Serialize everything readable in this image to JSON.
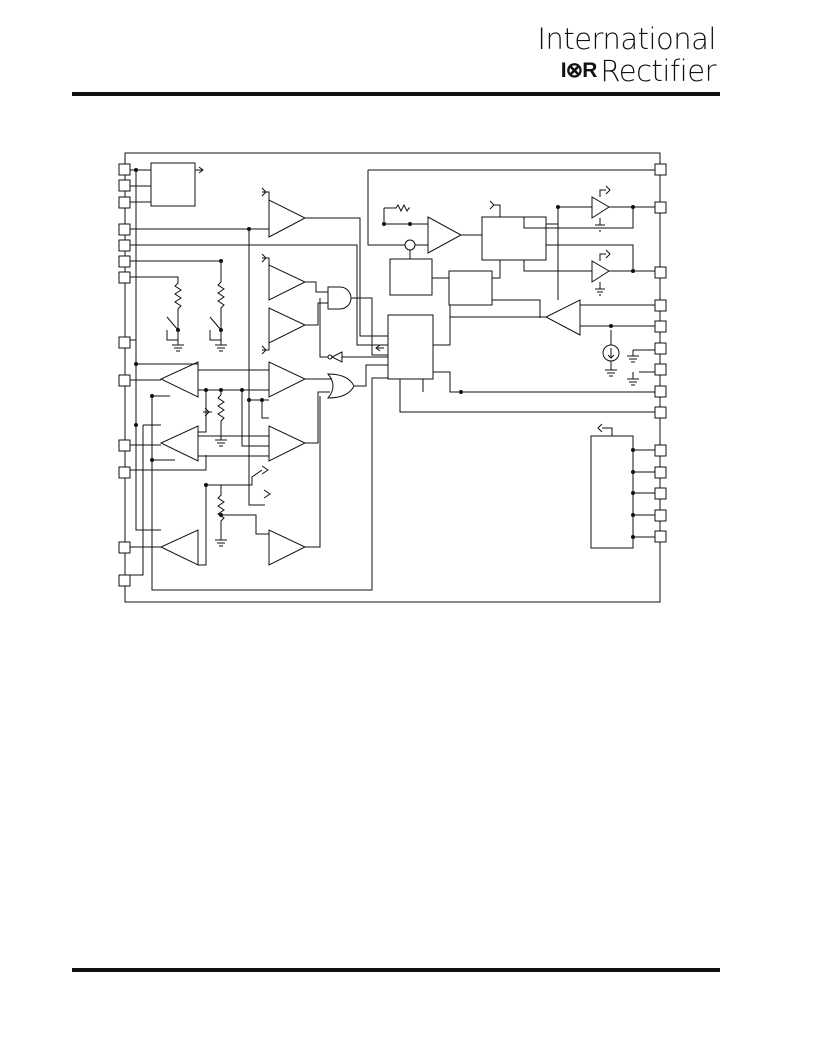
{
  "header": {
    "brand_line1": "International",
    "logo_text": "I⊗R",
    "brand_line2": "Rectifier"
  },
  "diagram": {
    "kind": "block-diagram"
  }
}
